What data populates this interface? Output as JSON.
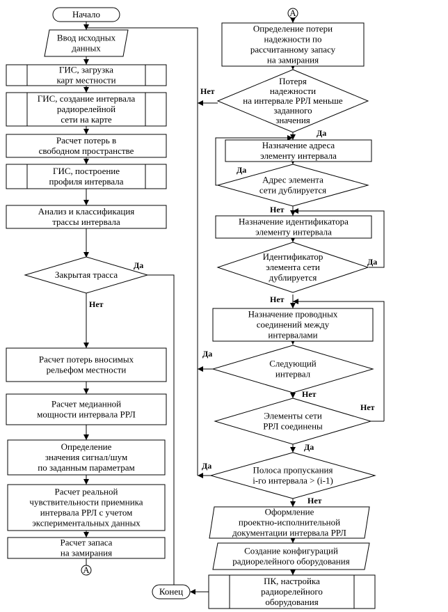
{
  "nodes": {
    "start": "Начало",
    "input": [
      "Ввод исходных",
      "данных"
    ],
    "gis_load": [
      "ГИС, загрузка",
      "карт местности"
    ],
    "gis_create": [
      "ГИС, создание интервала",
      "радиорелейной",
      "сети на карте"
    ],
    "free_space": [
      "Расчет потерь в",
      "свободном пространстве"
    ],
    "gis_profile": [
      "ГИС, построение",
      "профиля интервала"
    ],
    "analysis": [
      "Анализ и классификация",
      "трассы интервала"
    ],
    "closed": "Закрытая трасса",
    "terrain_loss": [
      "Расчет потерь вносимых",
      "рельефом местности"
    ],
    "median_power": [
      "Расчет медианной",
      "мощности интервала РРЛ"
    ],
    "snr": [
      "Определение",
      "значения сигнал/шум",
      "по заданным параметрам"
    ],
    "sensitivity": [
      "Расчет реальной",
      "чувствительности приемника",
      "интервала РРЛ с учетом",
      "экспериментальных данных"
    ],
    "margin": [
      "Расчет запаса",
      "на замирания"
    ],
    "connector_a": "А",
    "end": "Конец",
    "reliability_loss": [
      "Определение потери",
      "надежности по",
      "рассчитанному запасу",
      "на замирания"
    ],
    "reliability_check": [
      "Потеря",
      "надежности",
      "на интервале РРЛ меньше",
      "заданного",
      "значения"
    ],
    "assign_address": [
      "Назначение адреса",
      "элементу интервала"
    ],
    "address_dup": [
      "Адрес элемента",
      "сети дублируется"
    ],
    "assign_id": [
      "Назначение идентификатора",
      "элементу интервала"
    ],
    "id_dup": [
      "Идентификатор",
      "элемента сети",
      "дублируется"
    ],
    "assign_wires": [
      "Назначение проводных",
      "соединений между",
      "интервалами"
    ],
    "next_interval": [
      "Следующий",
      "интервал"
    ],
    "elements_connected": [
      "Элементы сети",
      "РРЛ соединены"
    ],
    "bandwidth": [
      "Полоса пропускания",
      "i-го интервала > (i-1)"
    ],
    "documentation": [
      "Оформление",
      "проектно-исполнительной",
      "документации интервала РРЛ"
    ],
    "config": [
      "Создание конфигураций",
      "радиорелейного оборудования"
    ],
    "pc_setup": [
      "ПК, настройка",
      "радиорелейного",
      "оборудования"
    ]
  },
  "labels": {
    "yes": "Да",
    "no": "Нет"
  }
}
